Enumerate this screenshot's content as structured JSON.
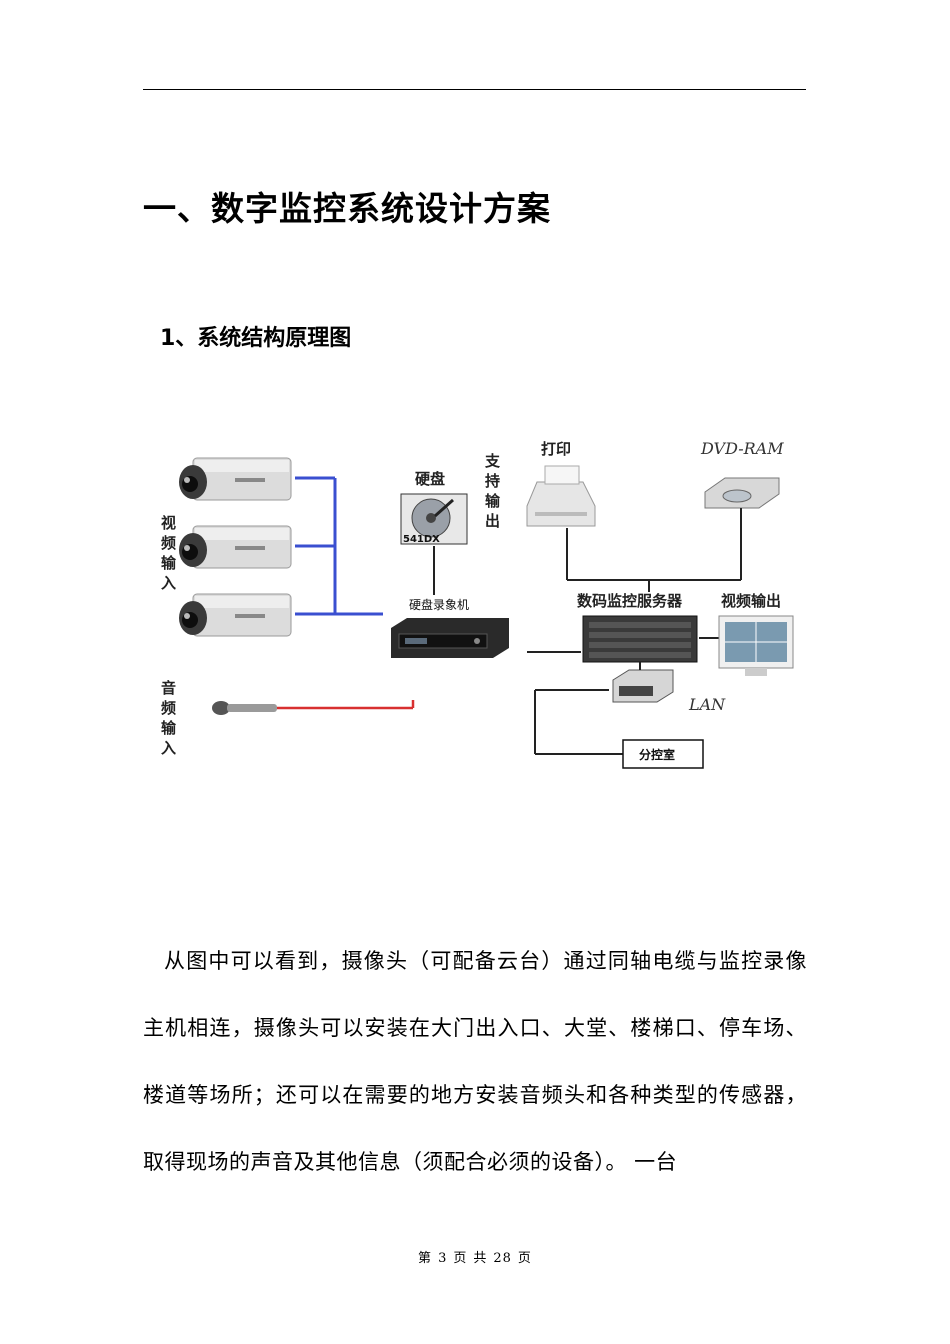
{
  "page": {
    "heading": "一、数字监控系统设计方案",
    "subheading": "1、系统结构原理图"
  },
  "diagram": {
    "labels": {
      "video_in": [
        "视",
        "频",
        "输",
        "入"
      ],
      "audio_in": [
        "音",
        "频",
        "输",
        "入"
      ],
      "support_output": [
        "支",
        "持",
        "输",
        "出"
      ],
      "hdd": "硬盘",
      "hdd_model": "541DX",
      "dvr": "硬盘录象机",
      "print": "打印",
      "dvd": "DVD-RAM",
      "server": "数码监控服务器",
      "video_out": "视频输出",
      "lan": "LAN",
      "sub_control": "分控室"
    },
    "icons": [
      "camera-icon",
      "microphone-icon",
      "hard-disk-icon",
      "dvr-icon",
      "printer-icon",
      "dvd-drive-icon",
      "server-icon",
      "monitor-icon",
      "network-switch-icon"
    ],
    "colors": {
      "video_line": "#3a4fd0",
      "audio_line": "#d83030",
      "net_line": "#222222"
    }
  },
  "body": {
    "paragraph": "从图中可以看到，摄像头（可配备云台）通过同轴电缆与监控录像主机相连，摄像头可以安装在大门出入口、大堂、楼梯口、停车场、楼道等场所；还可以在需要的地方安装音频头和各种类型的传感器，取得现场的声音及其他信息（须配合必须的设备）。 一台"
  },
  "footer": {
    "prefix": "第",
    "current": "3",
    "mid1": "页",
    "mid2": "共",
    "total": "28",
    "suffix": "页"
  }
}
